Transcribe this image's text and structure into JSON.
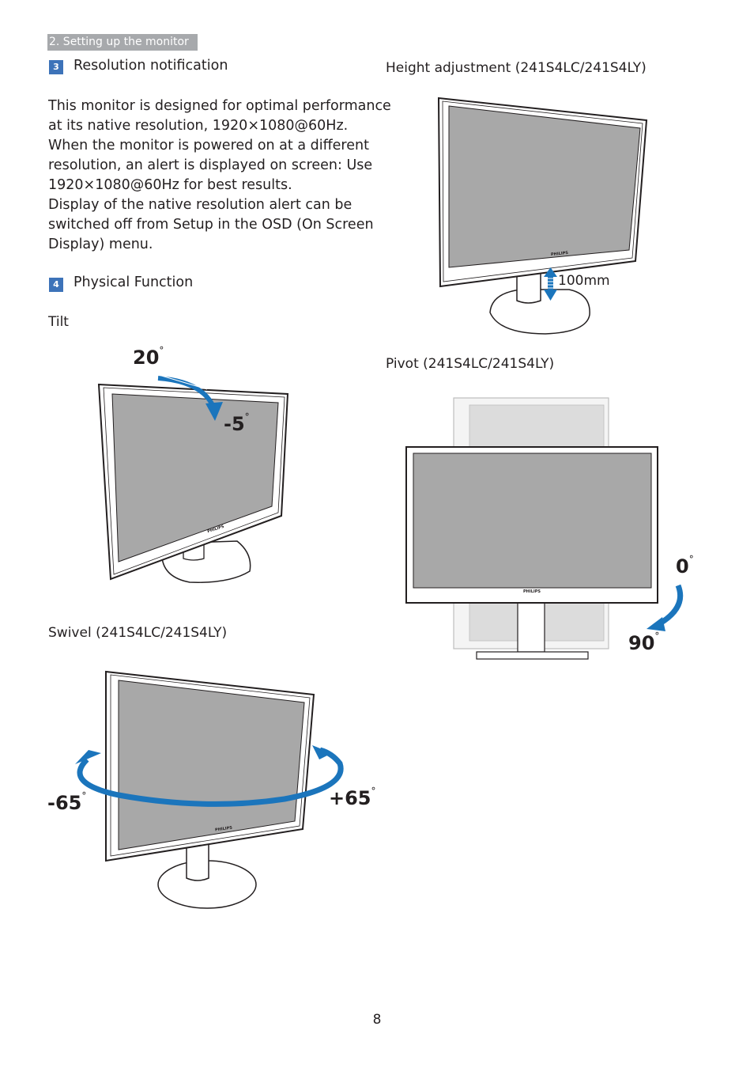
{
  "header": {
    "section_tag": "2. Setting up the monitor"
  },
  "sections": [
    {
      "number": "3",
      "title": "Resolution notification",
      "lines": [
        "This monitor is designed for optimal performance",
        "at its native resolution, 1920×1080@60Hz.",
        "When the monitor is powered on at a different",
        "resolution, an alert is displayed on screen: Use",
        "1920×1080@60Hz for best results.",
        "Display of the native resolution alert can be",
        "switched off from Setup in the OSD (On Screen",
        "Display) menu."
      ]
    },
    {
      "number": "4",
      "title": "Physical Function"
    }
  ],
  "figures": {
    "tilt": {
      "caption": "Tilt",
      "angle_up": "20",
      "angle_down": "-5"
    },
    "swivel": {
      "caption": "Swivel (241S4LC/241S4LY)",
      "angle_left": "-65",
      "angle_right": "+65"
    },
    "height": {
      "caption": "Height adjustment (241S4LC/241S4LY)",
      "range": "100mm"
    },
    "pivot": {
      "caption": "Pivot (241S4LC/241S4LY)",
      "angle_start": "0",
      "angle_end": "90"
    },
    "brand": "PHILIPS"
  },
  "degree_symbol": "°",
  "footer": {
    "page_number": "8"
  },
  "colors": {
    "accent_blue": "#3d73b9",
    "arrow_blue": "#1b75bc",
    "tag_gray": "#a7a9ac",
    "screen_gray": "#a8a8a8"
  }
}
